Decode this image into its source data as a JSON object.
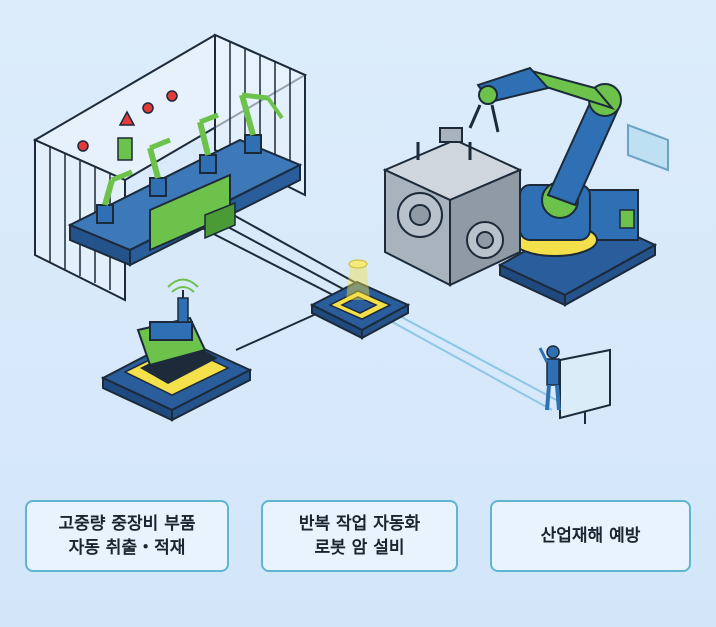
{
  "captions": [
    {
      "lines": [
        "고중량 중장비 부품",
        "자동 취출・적재"
      ]
    },
    {
      "lines": [
        "반복 작업 자동화",
        "로봇 암 설비"
      ]
    },
    {
      "lines": [
        "산업재해 예방"
      ]
    }
  ],
  "colors": {
    "background": "#d9eafa",
    "outline": "#1c2a3a",
    "robot_green": "#6cc24a",
    "robot_blue": "#2f6fb3",
    "machine_gray": "#a9b3bd",
    "platform_blue": "#2a5d9c",
    "signal_yellow": "#f3e04a",
    "caption_border": "#5fb6cf"
  }
}
